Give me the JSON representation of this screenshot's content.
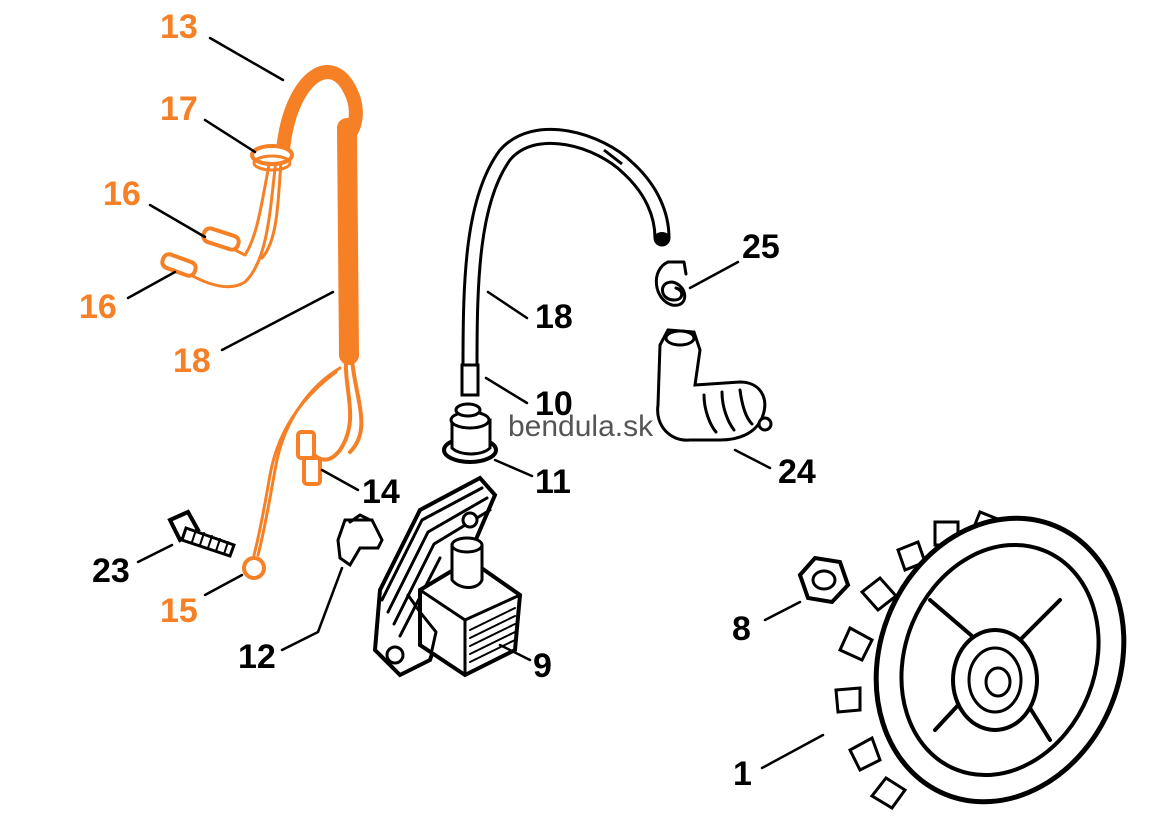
{
  "colors": {
    "highlight": "#f58025",
    "ink": "#000000",
    "watermark": "#555555",
    "background": "#ffffff"
  },
  "watermark": "bendula.sk",
  "callouts": {
    "c13": "13",
    "c17": "17",
    "c16a": "16",
    "c16b": "16",
    "c18a": "18",
    "c18b": "18",
    "c10": "10",
    "c25": "25",
    "c11": "11",
    "c14": "14",
    "c24": "24",
    "c23": "23",
    "c15": "15",
    "c12": "12",
    "c9": "9",
    "c8": "8",
    "c1": "1"
  }
}
